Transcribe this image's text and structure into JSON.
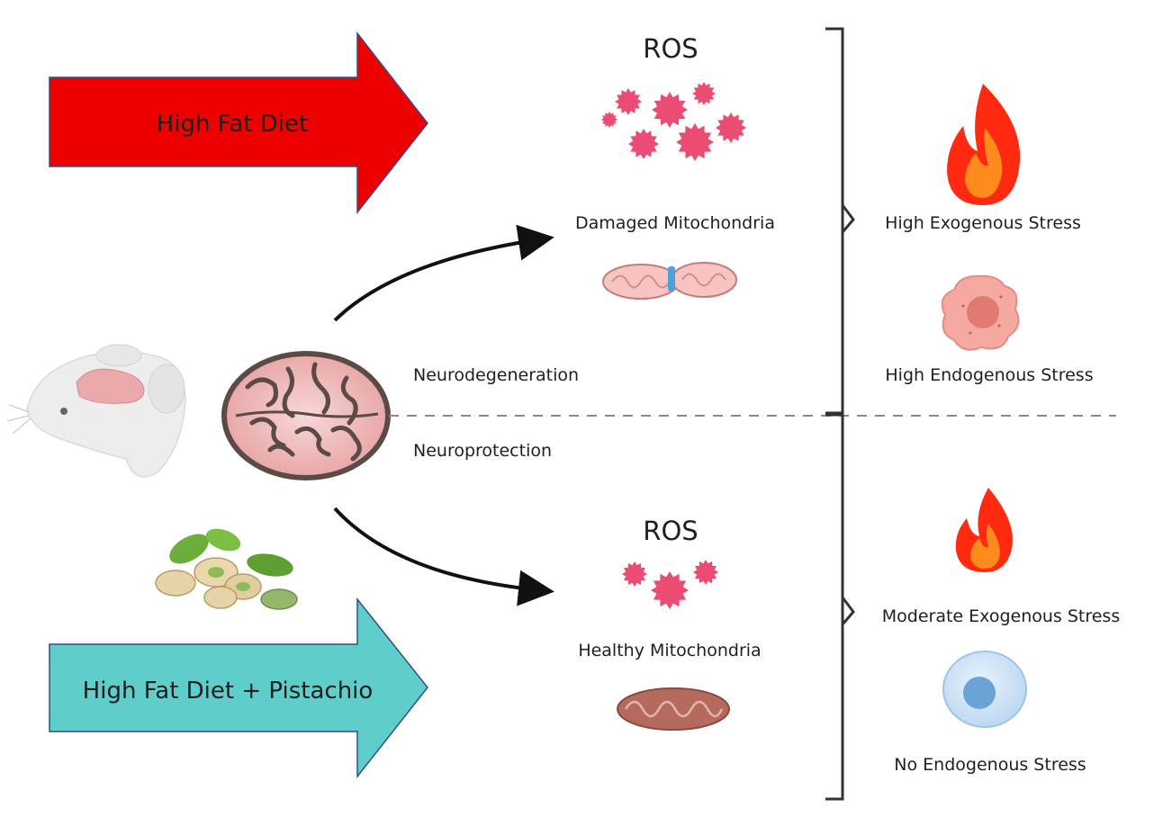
{
  "inputs": {
    "top_arrow_label": "High Fat Diet",
    "bottom_arrow_label": "High Fat Diet + Pistachio"
  },
  "outcomes": {
    "neurodegeneration": "Neurodegeneration",
    "neuroprotection": "Neuroprotection"
  },
  "top_panel": {
    "ros_label": "ROS",
    "mito_label": "Damaged Mitochondria"
  },
  "bottom_panel": {
    "ros_label": "ROS",
    "mito_label": "Healthy Mitochondria"
  },
  "stress": {
    "high_exogenous": "High Exogenous Stress",
    "high_endogenous": "High Endogenous Stress",
    "moderate_exogenous": "Moderate Exogenous Stress",
    "no_endogenous": "No Endogenous Stress"
  },
  "colors": {
    "red_arrow": "#ee0000",
    "teal_arrow": "#5fcdca",
    "arrow_outline": "#2e4f8a",
    "ros_pink": "#ea4c73",
    "mito_damaged": "#f7c3c3",
    "mito_healthy": "#b56a5e",
    "flame_outer": "#ff2a10",
    "flame_inner": "#ff8a1e",
    "cell_stressed": "#f4a9a1",
    "cell_healthy": "#cfe3f6"
  },
  "icons": {
    "mouse": "mouse-icon",
    "brain": "brain-section-icon",
    "pistachio": "pistachio-icon",
    "ros": "ros-particle-icon",
    "flame": "flame-icon",
    "cell": "cell-icon"
  }
}
